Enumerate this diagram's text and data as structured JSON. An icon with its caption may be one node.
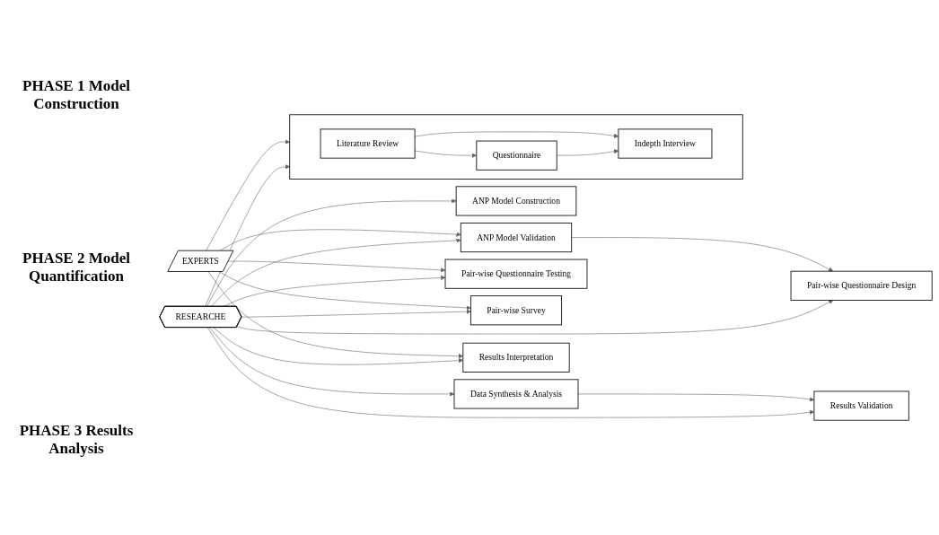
{
  "diagram": {
    "nodes": [
      {
        "text": [],
        "shape": "box"
      },
      {
        "text": [
          "Literature Review"
        ],
        "in": 0
      },
      {
        "text": [
          "Questionnaire"
        ],
        "in": 0
      },
      {
        "text": [
          "Indepth Interview"
        ],
        "in": 0
      },
      {
        "text": [
          "ANP Model Construction"
        ]
      },
      {
        "text": [
          "ANP Model Validation"
        ]
      },
      {
        "text": [
          "Pair-wise Questionnaire Design"
        ]
      },
      {
        "text": [
          "Pair-wise Questionnaire Testing"
        ]
      },
      {
        "text": [
          "Pair-wise Survey"
        ]
      },
      {
        "text": [
          "Data Synthesis & Analysis"
        ]
      },
      {
        "text": [
          "Results Validation"
        ]
      },
      {
        "text": [
          "Results Interpretation"
        ]
      },
      {
        "text": [
          "RESEARCHE"
        ]
      },
      {
        "text": [
          "EXPERTS"
        ]
      }
    ],
    "edges": [
      {
        "from": 1,
        "to": 2,
        "arrow": "to"
      },
      {
        "from": 1,
        "to": 3,
        "arrow": "to"
      },
      {
        "from": 2,
        "to": 3,
        "arrow": "to"
      },
      {
        "from": 12,
        "to": 0,
        "arrow": "to"
      },
      {
        "from": 12,
        "to": 4,
        "arrow": "to"
      },
      {
        "from": 12,
        "to": 5,
        "arrow": "to"
      },
      {
        "from": 12,
        "to": 6,
        "arrow": "to"
      },
      {
        "from": 12,
        "to": 7,
        "arrow": "to"
      },
      {
        "from": 12,
        "to": 8,
        "arrow": "to"
      },
      {
        "from": 12,
        "to": 9,
        "arrow": "to"
      },
      {
        "from": 12,
        "to": 10,
        "arrow": "to"
      },
      {
        "from": 12,
        "to": 11,
        "arrow": "to"
      },
      {
        "from": 13,
        "to": 0,
        "arrow": "to"
      },
      {
        "from": 13,
        "to": 5,
        "arrow": "to"
      },
      {
        "from": 13,
        "to": 7,
        "arrow": "to"
      },
      {
        "from": 13,
        "to": 8,
        "arrow": "to"
      },
      {
        "from": 13,
        "to": 11,
        "arrow": "to"
      },
      {
        "from": 5,
        "to": 6,
        "arrow": "to"
      },
      {
        "from": 9,
        "to": 10,
        "arrow": "to"
      }
    ],
    "labels": [
      "PHASE 1 Model Construction",
      "PHASE 2 Model Quantification",
      "PHASE 3 Results Analysis"
    ]
  }
}
